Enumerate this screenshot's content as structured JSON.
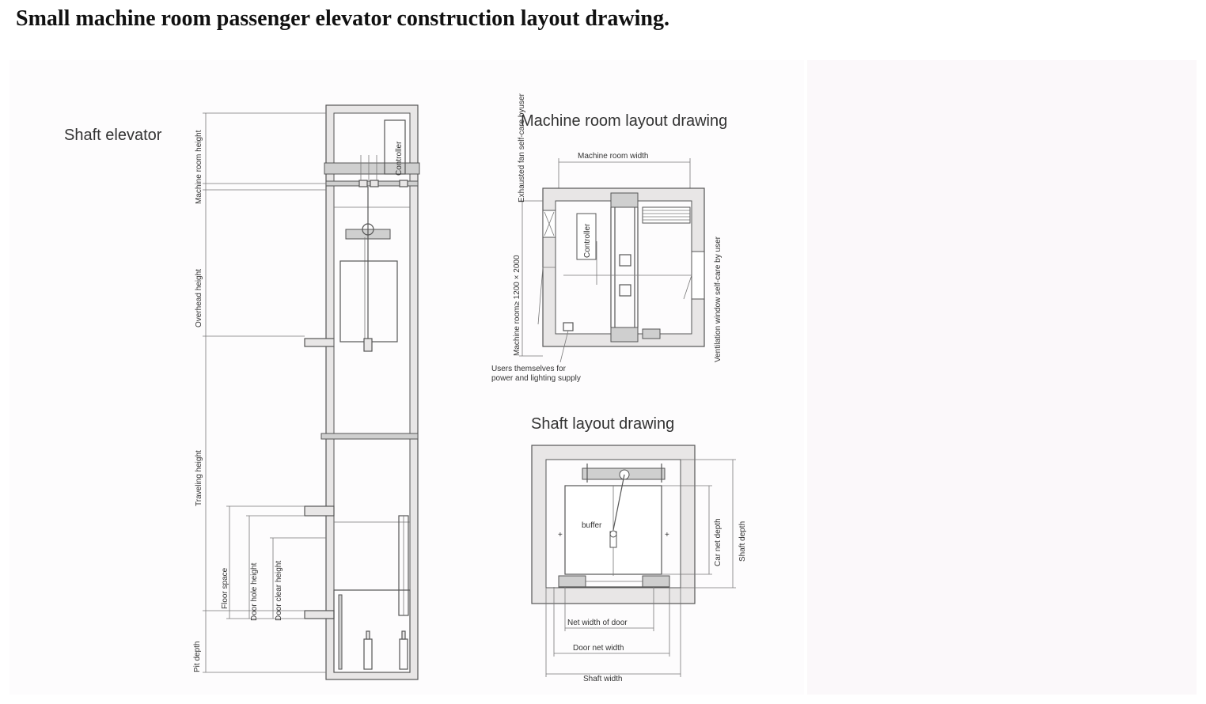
{
  "page_title": "Small machine room passenger elevator construction  layout drawing.",
  "shaft_elevation": {
    "title": "Shaft elevator",
    "dimensions": {
      "machine_room_height": "Machine room height",
      "overhead_height": "Overhead height",
      "traveling_height": "Traveling height",
      "floor_space": "Floor space",
      "door_hole_height": "Door hole height",
      "door_clear_height": "Door clear height",
      "pit_depth": "Pit depth"
    },
    "controller": "Controller"
  },
  "machine_room": {
    "title": "Machine room layout drawing",
    "width_label": "Machine room width",
    "fan_label": "Exhausted fan self-care byuser",
    "size_label": "Machine room≥ 1200 × 2000",
    "vent_label": "Ventilation window self-care by user",
    "controller": "Controller",
    "power_note_line1": "Users themselves for",
    "power_note_line2": "power and lighting supply"
  },
  "shaft_plan": {
    "title": "Shaft layout drawing",
    "buffer": "buffer",
    "car_net_depth": "Car net depth",
    "shaft_depth": "Shaft depth",
    "net_width_of_door": "Net width of door",
    "door_net_width": "Door net width",
    "shaft_width": "Shaft width"
  }
}
